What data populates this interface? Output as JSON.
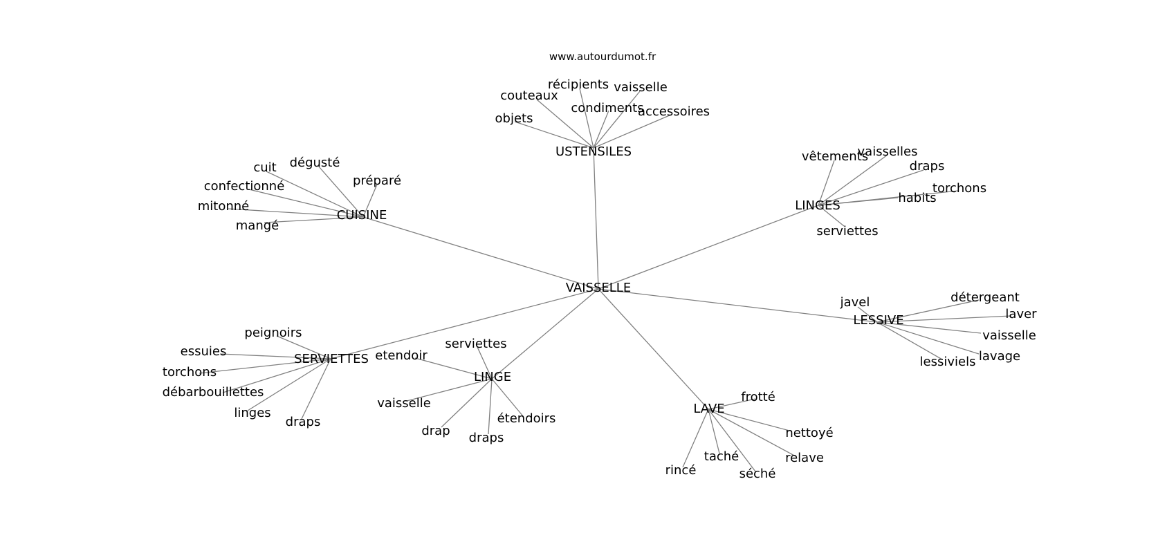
{
  "site": "www.autourdumot.fr",
  "center": "VAISSELLE",
  "clusters": [
    {
      "hub": "USTENSILES",
      "words": [
        "objets",
        "couteaux",
        "récipients",
        "condiments",
        "vaisselle",
        "accessoires"
      ]
    },
    {
      "hub": "CUISINE",
      "words": [
        "cuit",
        "dégusté",
        "préparé",
        "confectionné",
        "mitonné",
        "mangé"
      ]
    },
    {
      "hub": "LINGES",
      "words": [
        "vêtements",
        "vaisselles",
        "draps",
        "torchons",
        "habits",
        "serviettes"
      ]
    },
    {
      "hub": "LESSIVE",
      "words": [
        "javel",
        "détergeant",
        "laver",
        "vaisselle",
        "lavage",
        "lessiviels"
      ]
    },
    {
      "hub": "SERVIETTES",
      "words": [
        "peignoirs",
        "essuies",
        "torchons",
        "débarbouillettes",
        "linges",
        "draps"
      ]
    },
    {
      "hub": "LINGE",
      "words": [
        "serviettes",
        "etendoir",
        "vaisselle",
        "drap",
        "draps",
        "étendoirs"
      ]
    },
    {
      "hub": "LAVE",
      "words": [
        "frotté",
        "nettoyé",
        "relave",
        "séché",
        "taché",
        "rincé"
      ]
    }
  ]
}
